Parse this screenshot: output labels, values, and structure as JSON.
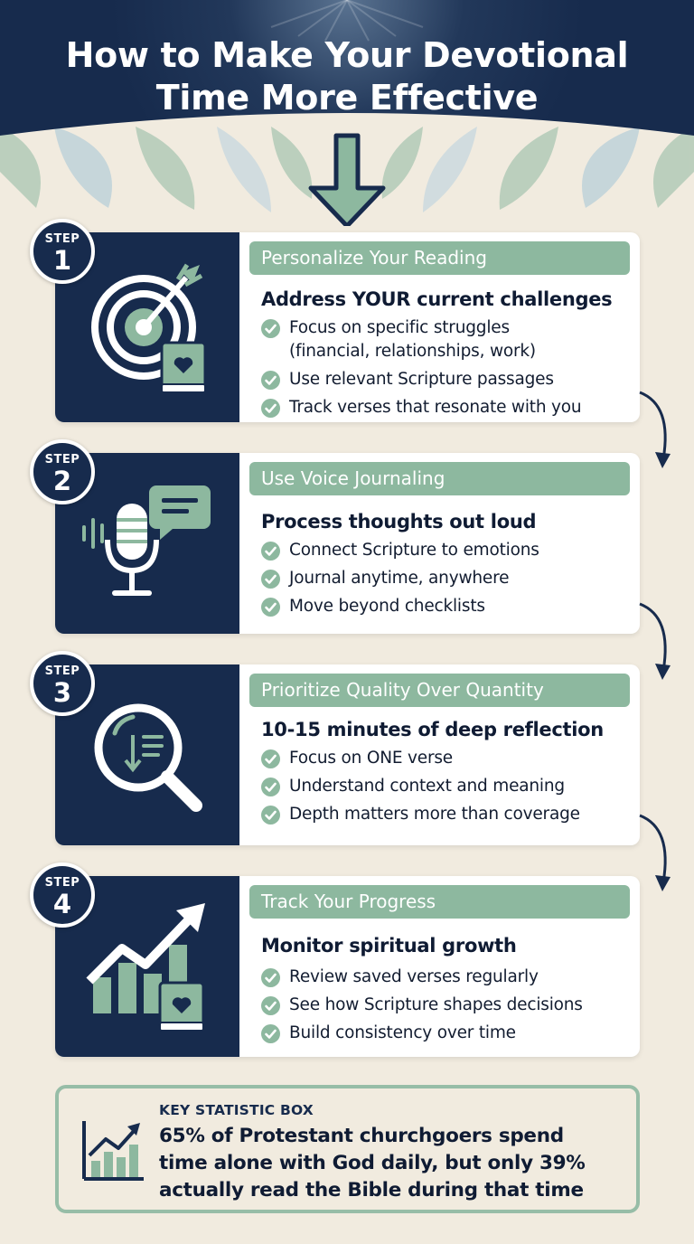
{
  "header": {
    "title_line1": "How to Make Your Devotional",
    "title_line2": "Time More Effective"
  },
  "colors": {
    "navy": "#172b4d",
    "sage": "#8db89f",
    "background": "#f1ebdf",
    "card": "#ffffff"
  },
  "steps": [
    {
      "label": "STEP",
      "number": "1",
      "icon": "target-arrow-book-icon",
      "title": "Personalize Your Reading",
      "subtitle": "Address YOUR current challenges",
      "items": [
        "Focus on specific struggles",
        "(financial, relationships, work)",
        "Use relevant Scripture passages",
        "Track verses that resonate with you"
      ]
    },
    {
      "label": "STEP",
      "number": "2",
      "icon": "microphone-chat-icon",
      "title": "Use Voice Journaling",
      "subtitle": "Process thoughts out loud",
      "items": [
        "Connect Scripture to emotions",
        "Journal anytime, anywhere",
        "Move beyond checklists"
      ]
    },
    {
      "label": "STEP",
      "number": "3",
      "icon": "magnifying-glass-icon",
      "title": "Prioritize Quality Over Quantity",
      "subtitle": "10-15 minutes of deep reflection",
      "items": [
        "Focus on ONE verse",
        "Understand context and meaning",
        "Depth matters more than coverage"
      ]
    },
    {
      "label": "STEP",
      "number": "4",
      "icon": "growth-chart-book-icon",
      "title": "Track Your Progress",
      "subtitle": "Monitor spiritual growth",
      "items": [
        "Review saved verses regularly",
        "See how Scripture shapes decisions",
        "Build consistency over time"
      ]
    }
  ],
  "statistic": {
    "label": "KEY STATISTIC BOX",
    "line1": "65% of Protestant churchgoers spend",
    "line2": "time alone with God daily, but only 39%",
    "line3": "actually read the Bible during that time",
    "icon": "bar-chart-trend-icon"
  }
}
